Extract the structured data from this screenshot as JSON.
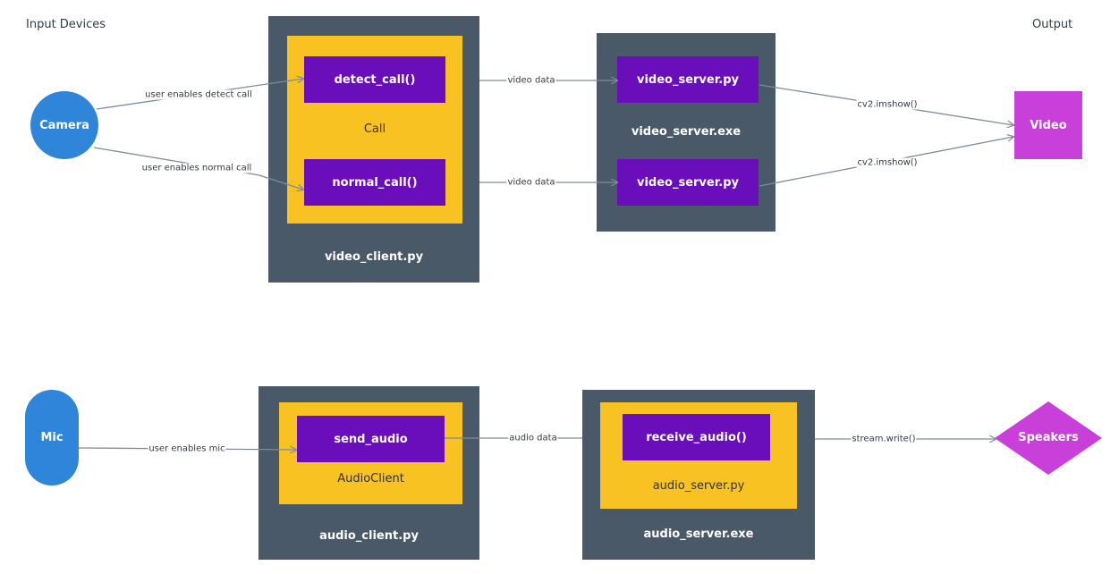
{
  "headings": {
    "input_devices": "Input Devices",
    "output": "Output"
  },
  "nodes": {
    "camera": "Camera",
    "mic": "Mic",
    "video": "Video",
    "speakers": "Speakers",
    "video_client": "video_client.py",
    "call": "Call",
    "detect_call": "detect_call()",
    "normal_call": "normal_call()",
    "video_server_exe": "video_server.exe",
    "video_server_py_1": "video_server.py",
    "video_server_py_2": "video_server.py",
    "audio_client": "audio_client.py",
    "audio_client_class": "AudioClient",
    "send_audio": "send_audio",
    "audio_server_exe": "audio_server.exe",
    "audio_server_py": "audio_server.py",
    "receive_audio": "receive_audio()"
  },
  "edges": {
    "camera_to_detect": "user enables detect call",
    "camera_to_normal": "user enables normal call",
    "detect_to_server": "video data",
    "normal_to_server": "video data",
    "server1_to_video": "cv2.imshow()",
    "server2_to_video": "cv2.imshow()",
    "mic_to_send": "user enables mic",
    "send_to_receive": "audio data",
    "server_to_speakers": "stream.write()"
  },
  "colors": {
    "container": "#4a5968",
    "inner": "#f8c223",
    "function": "#6a0dbb",
    "input_device": "#2f85d9",
    "output_device": "#c93fd9",
    "edge": "#7f8c97"
  }
}
